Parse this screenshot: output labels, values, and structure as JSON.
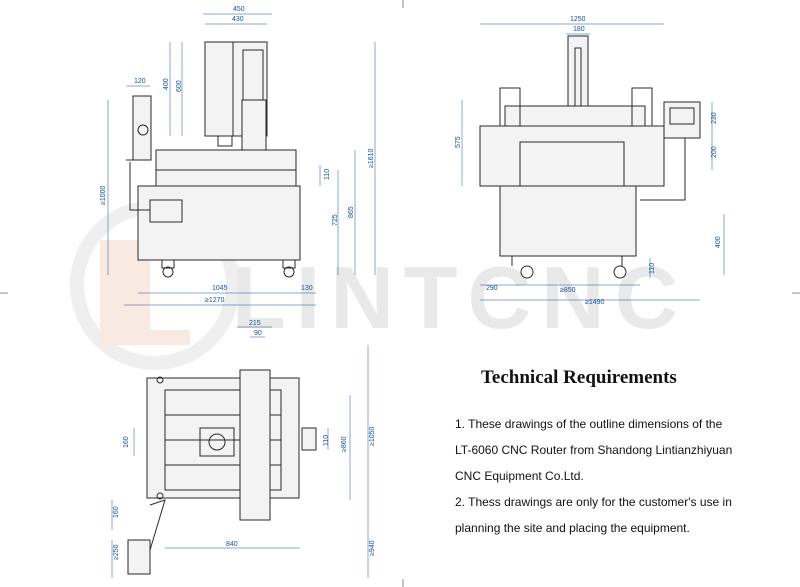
{
  "watermark": "LINTCNC",
  "tech": {
    "title": "Technical Requirements",
    "lines": [
      "1. These drawings of the outline dimensions of the",
      "LT-6060 CNC Router from Shandong Lintianzhiyuan",
      " CNC Equipment Co.Ltd.",
      "2. Thess drawings are only for the customer's use in",
      "planning the site and placing the equipment."
    ]
  },
  "dims": {
    "side": {
      "d450": "450",
      "d430": "430",
      "d120": "120",
      "d400": "400",
      "d600": "600",
      "d1000": "≥1000",
      "d1610": "≥1610",
      "d110": "110",
      "d865": "865",
      "d725": "725",
      "d1045": "1045",
      "d130": "130",
      "d1270": "≥1270"
    },
    "front": {
      "d1250": "1250",
      "d180": "180",
      "d575": "575",
      "d230": "230",
      "d200": "200",
      "d400": "400",
      "d290": "290",
      "d850": "≥850",
      "d1490": "≥1490",
      "d110": "110"
    },
    "top": {
      "d215": "215",
      "d90": "90",
      "d160": "160",
      "d110": "110",
      "d860": "≥860",
      "d1050": "≥1050",
      "d840": "840",
      "d160b": "160",
      "d250": "≥250",
      "d940": "≥940"
    }
  }
}
